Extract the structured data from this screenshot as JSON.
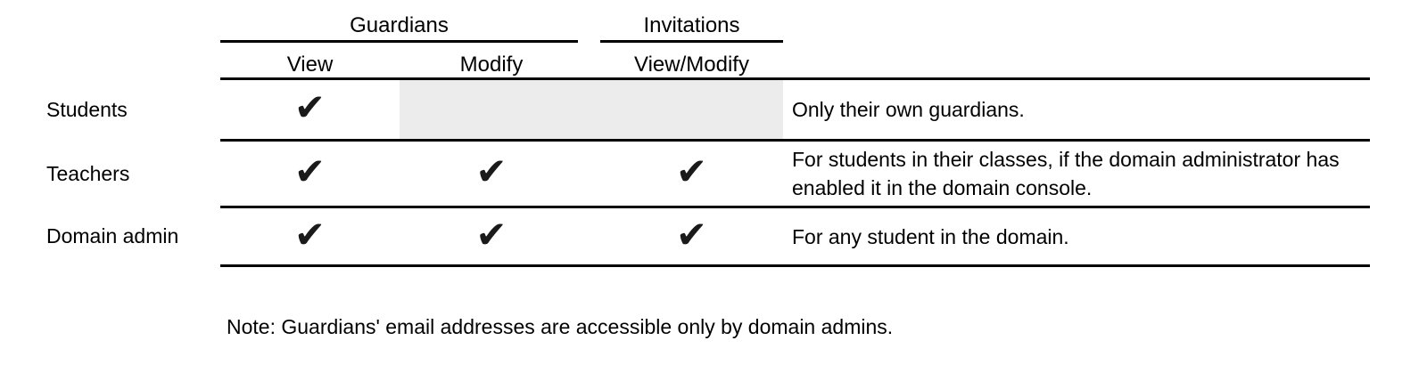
{
  "table": {
    "column_groups": [
      {
        "label": "Guardians"
      },
      {
        "label": "Invitations"
      }
    ],
    "columns": [
      {
        "label": "View"
      },
      {
        "label": "Modify"
      },
      {
        "label": "View/Modify"
      }
    ],
    "rows": [
      {
        "label": "Students",
        "view": "✔",
        "modify": "",
        "view_modify": "",
        "note": "Only their own guardians."
      },
      {
        "label": "Teachers",
        "view": "✔",
        "modify": "✔",
        "view_modify": "✔",
        "note": "For students in their classes, if the domain administrator has enabled it in the domain console."
      },
      {
        "label": "Domain admin",
        "view": "✔",
        "modify": "✔",
        "view_modify": "✔",
        "note": "For any student in the domain."
      }
    ],
    "footnote": "Note: Guardians' email addresses are accessible only by domain admins."
  },
  "colors": {
    "background": "#ffffff",
    "text": "#000000",
    "line": "#000000",
    "disabled_cell_gray": "#ececec",
    "check": "#1a1a1a"
  }
}
